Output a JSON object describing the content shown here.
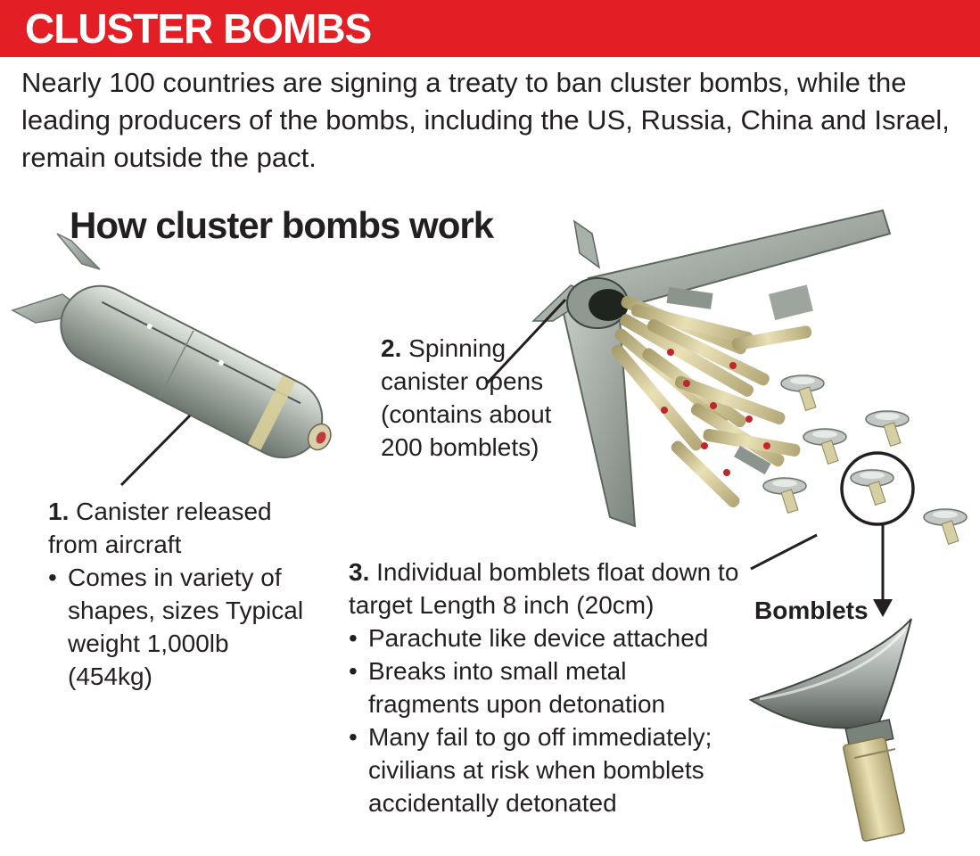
{
  "header": {
    "title": "CLUSTER BOMBS",
    "accent_color": "#e31e24"
  },
  "intro": "Nearly 100 countries are signing a treaty to ban cluster bombs, while the leading producers of the bombs, including the US, Russia, China and Israel, remain outside the pact.",
  "subtitle": "How cluster bombs work",
  "steps": [
    {
      "number": "1.",
      "text": "Canister released from aircraft",
      "bullets": [
        "Comes in variety of shapes, sizes Typical weight 1,000lb (454kg)"
      ]
    },
    {
      "number": "2.",
      "text": "Spinning canister opens (contains about 200 bomblets)",
      "bullets": []
    },
    {
      "number": "3.",
      "text": "Individual bomblets float down to target Length 8 inch (20cm)",
      "bullets": [
        "Parachute like device attached",
        "Breaks into small metal fragments upon detonation",
        "Many fail to go off immediately; civilians at risk when bomblets accidentally detonated"
      ]
    }
  ],
  "bomblets_label": "Bomblets"
}
